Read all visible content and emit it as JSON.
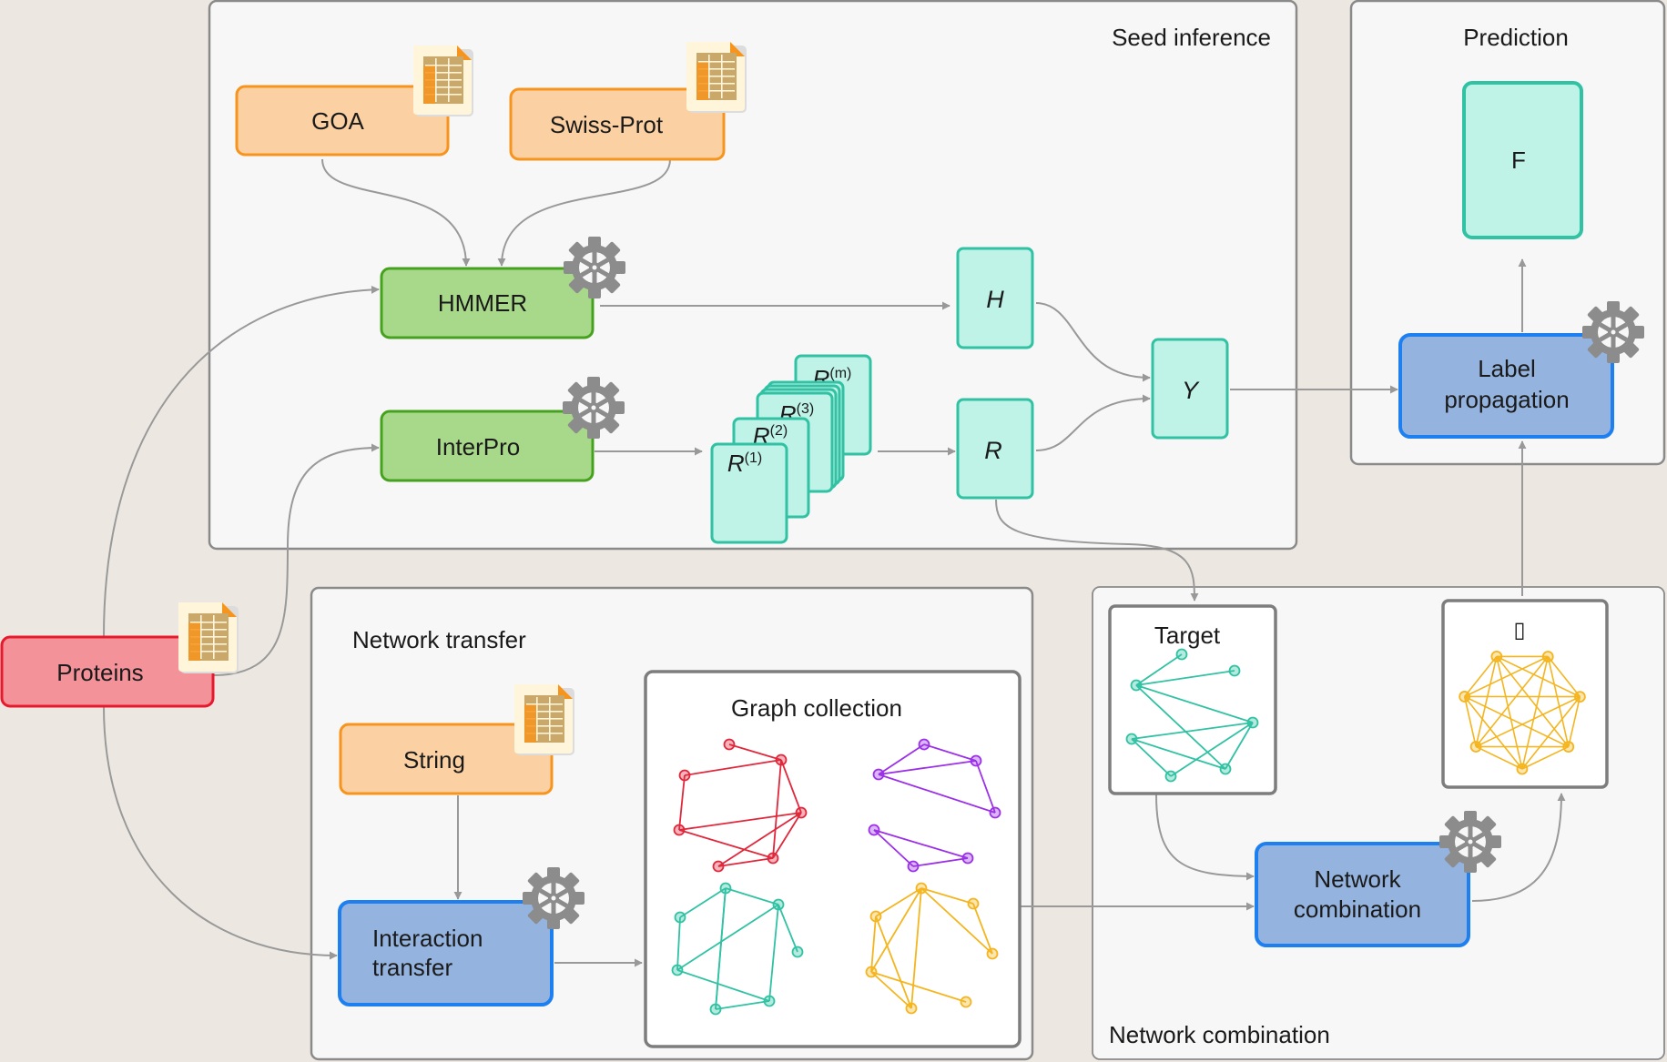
{
  "panels": {
    "seed_inference": "Seed inference",
    "prediction": "Prediction",
    "network_transfer": "Network transfer",
    "network_combination": "Network combination"
  },
  "nodes": {
    "goa": "GOA",
    "swissprot": "Swiss-Prot",
    "hmmer": "HMMER",
    "interpro": "InterPro",
    "proteins": "Proteins",
    "string": "String",
    "interaction_transfer": [
      "Interaction",
      "transfer"
    ],
    "label_propagation": [
      "Label",
      "propagation"
    ],
    "network_combination": [
      "Network",
      "combination"
    ]
  },
  "matrices": {
    "h": "H",
    "r": "R",
    "y": "Y",
    "f": "F",
    "r_stack": [
      {
        "base": "R",
        "sup": "(1)"
      },
      {
        "base": "R",
        "sup": "(2)"
      },
      {
        "base": "R",
        "sup": "(3)"
      },
      {
        "base": "R",
        "sup": "(m)"
      }
    ]
  },
  "graph_boxes": {
    "graph_collection": "Graph collection",
    "target": "Target",
    "combined": "▯"
  },
  "icons": {
    "database": "database-table-icon",
    "process": "gear-icon"
  },
  "colors": {
    "background": "#ece8e1",
    "panel": "#f7f7f7",
    "panel_border": "#8a8a8a",
    "database_fill": "#fbd0a3",
    "database_border": "#f7941d",
    "tool_fill": "#a8d98a",
    "tool_border": "#46a21e",
    "process_fill": "#94b4df",
    "process_border": "#1e7ff0",
    "input_fill": "#f4929a",
    "input_border": "#e8192c",
    "matrix_fill": "#bff3e8",
    "matrix_border": "#30c2a3",
    "arrow": "#999999",
    "graph_red": "#e0283c",
    "graph_purple": "#9b30e8",
    "graph_teal": "#30c2a3",
    "graph_yellow": "#f4b51f"
  }
}
